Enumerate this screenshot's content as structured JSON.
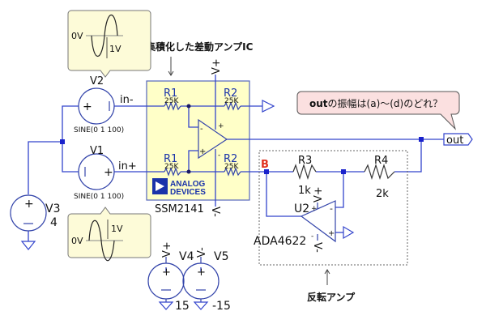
{
  "title_annotation": "集積化した差動アンプIC",
  "inverting_annotation": "反転アンプ",
  "question_bubble": {
    "bold": "out",
    "rest": "の振幅は(a)〜(d)のどれ？"
  },
  "ic": {
    "part": "SSM2141",
    "brand_line1": "ANALOG",
    "brand_line2": "DEVICES",
    "r1_top": {
      "name": "R1",
      "value": "25K"
    },
    "r2_top": {
      "name": "R2",
      "value": "25K"
    },
    "r1_bot": {
      "name": "R1",
      "value": "25K"
    },
    "r2_bot": {
      "name": "R2",
      "value": "25K"
    },
    "vplus": "V+",
    "vminus": "V-",
    "plus_sign": "+",
    "minus_sign": "-"
  },
  "sources": {
    "v1": {
      "name": "V1",
      "value": "SINE(0 1 100)"
    },
    "v2": {
      "name": "V2",
      "value": "SINE(0 1 100)"
    },
    "v3": {
      "name": "V3",
      "value": "4"
    },
    "v4": {
      "name": "V4",
      "value": "15"
    },
    "v5": {
      "name": "V5",
      "value": "-15"
    }
  },
  "waveform_top": {
    "zero": "0V",
    "amp": "1V"
  },
  "waveform_bottom": {
    "zero": "0V",
    "amp": "1V"
  },
  "nets": {
    "in_minus": "in-",
    "in_plus": "in+",
    "out": "out",
    "node_b": "B"
  },
  "inverting_amp": {
    "r3": {
      "name": "R3",
      "value": "1k"
    },
    "r4": {
      "name": "R4",
      "value": "2k"
    },
    "opamp": {
      "name": "U2",
      "part": "ADA4622"
    },
    "vplus": "V+",
    "vminus": "V-"
  },
  "colors": {
    "wire": "#3344cc",
    "ic_fill": "#ffffc8",
    "callout_fill": "#fdfbd8",
    "bubble_fill": "#fbe0e0",
    "node_b": "#e03020"
  }
}
